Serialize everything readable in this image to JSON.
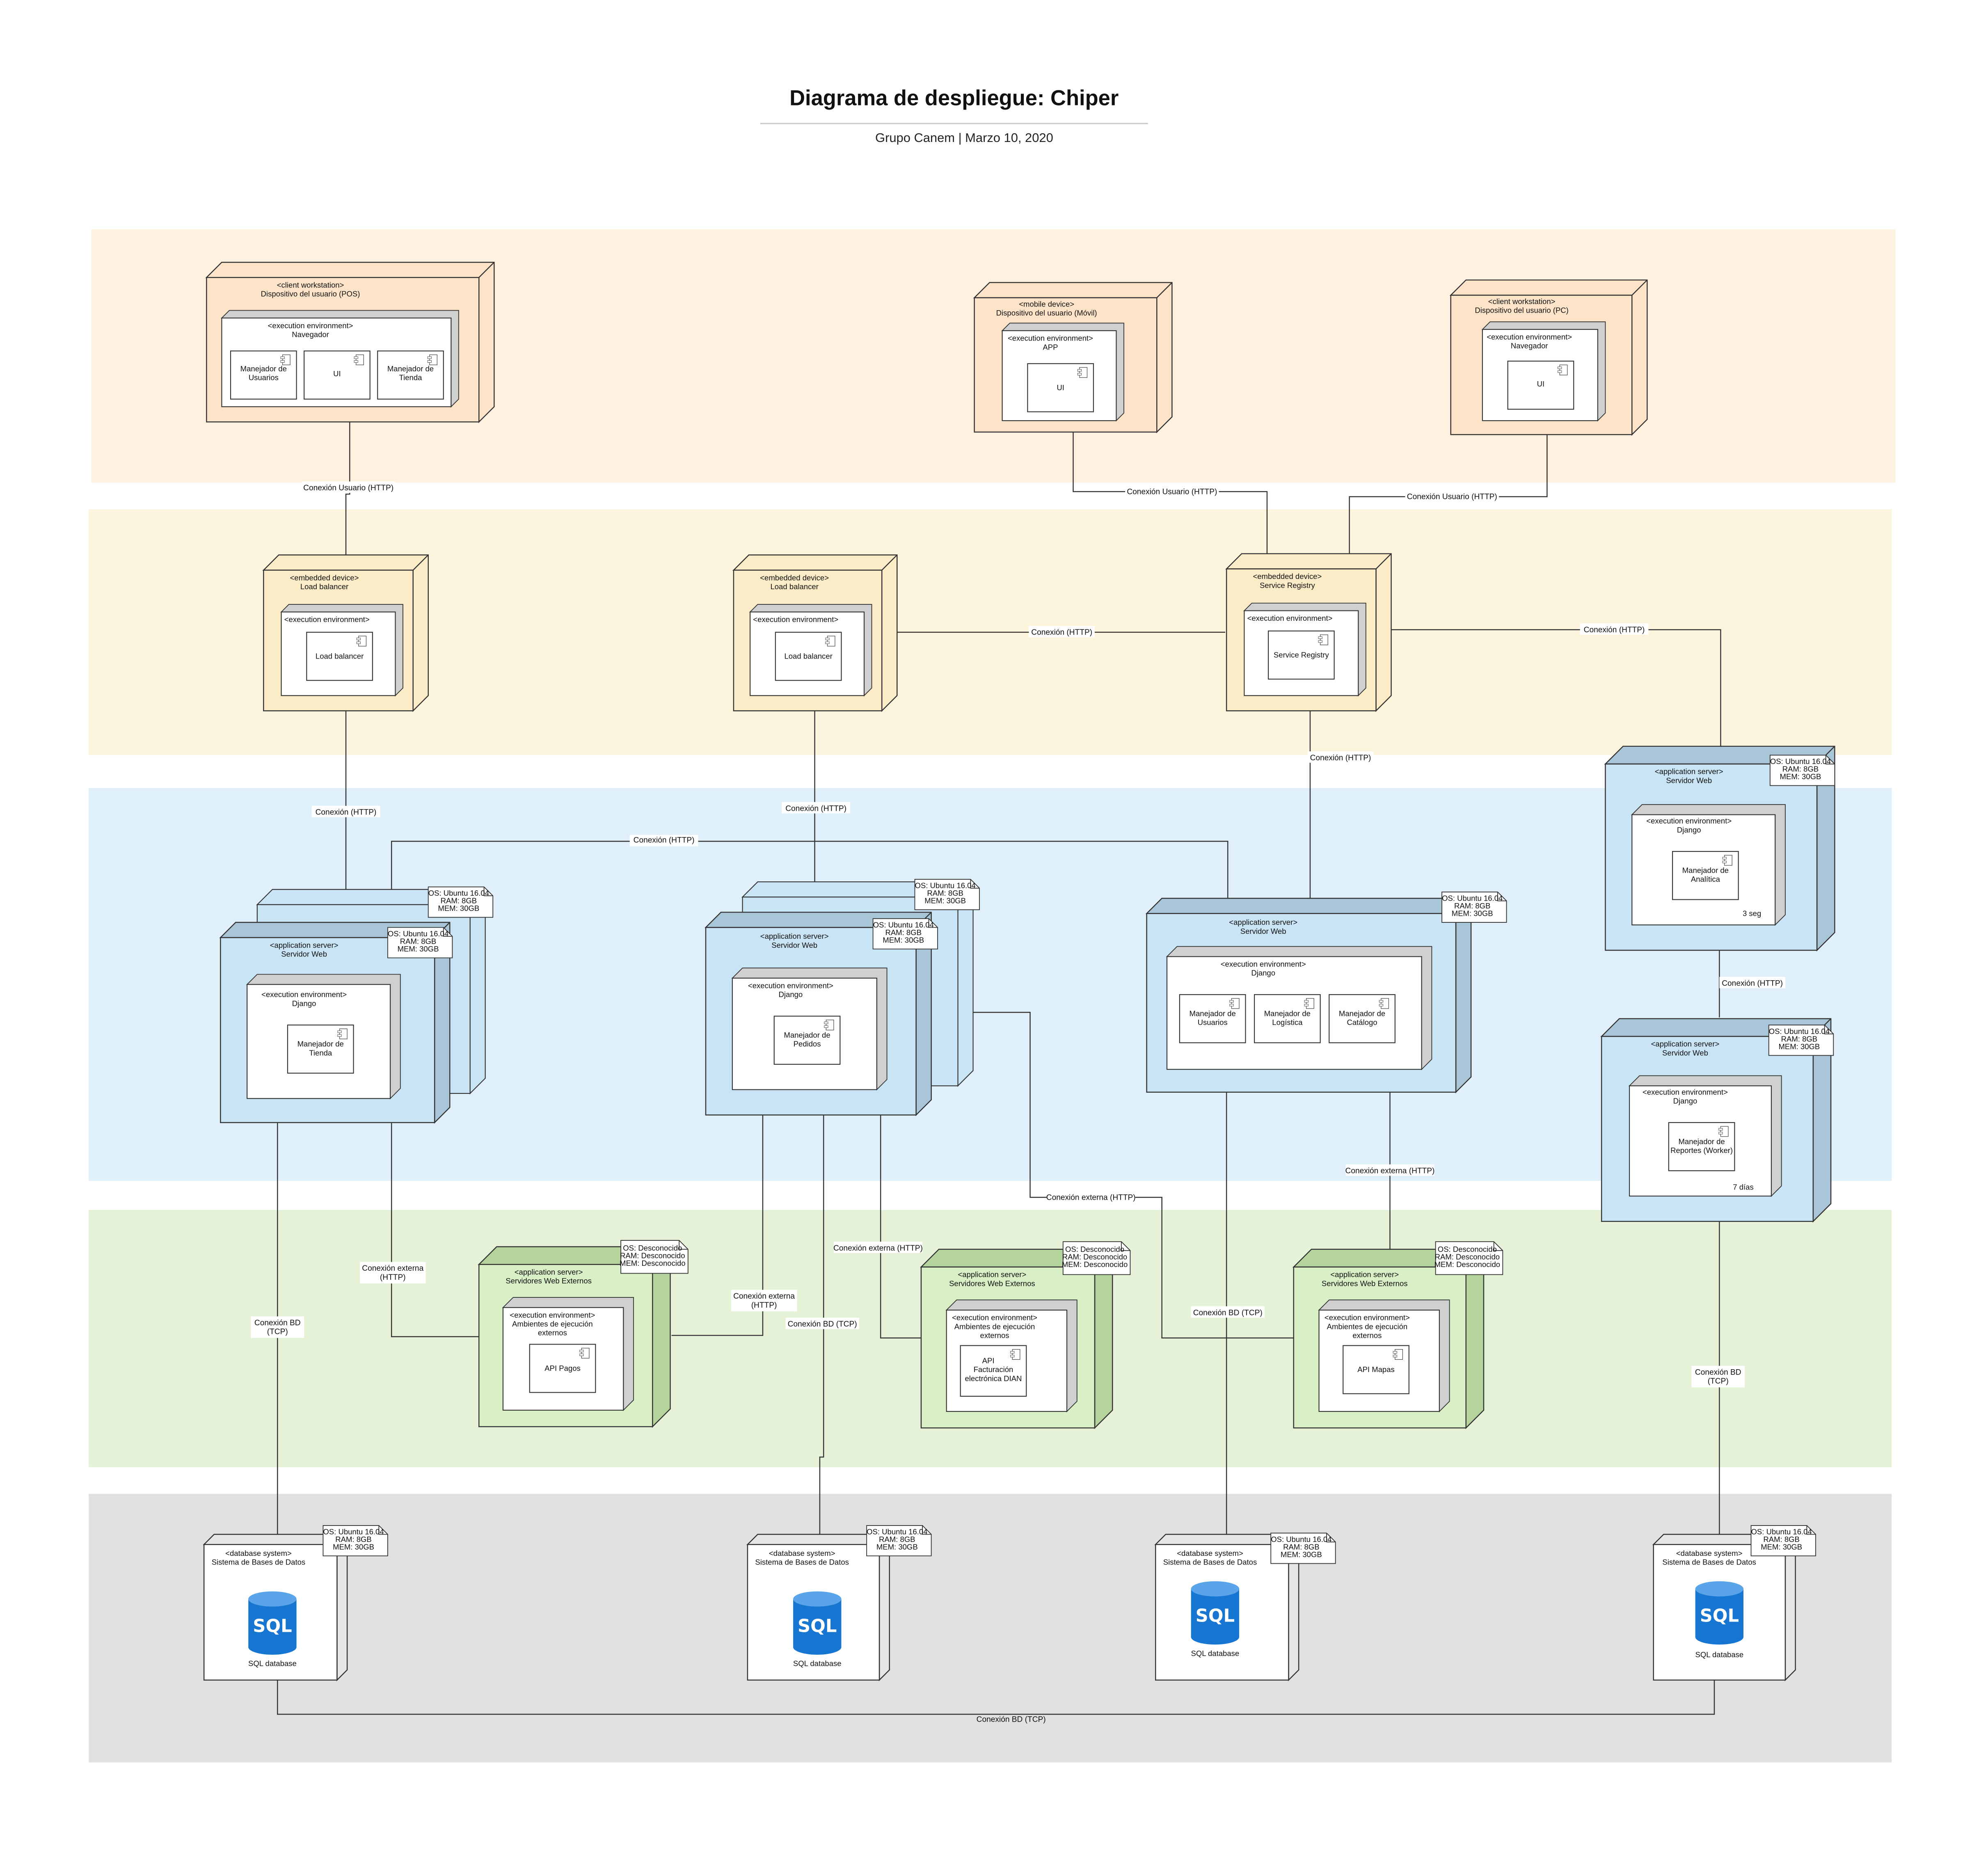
{
  "header": {
    "title": "Diagrama de despliegue: Chiper",
    "subtitle": "Grupo Canem |  Marzo 10, 2020"
  },
  "colors": {
    "client_band": "#fff1e0",
    "device_band": "#fdf4dd",
    "server_band": "#e0f0fa",
    "external_band": "#e6f2d8",
    "db_band": "#e1e1e1",
    "client_node": "#fde4c8",
    "device_node": "#fbecc7",
    "server_node": "#c9e4f5",
    "external_node": "#d9efc6",
    "sql_icon": "#1676d2"
  },
  "nodes": {
    "pos": {
      "stereo": "<client workstation>",
      "name": "Dispositivo del usuario (POS)",
      "env": "<execution environment>",
      "env_name": "Navegador",
      "c1": "Manejador de",
      "c1b": "Usuarios",
      "c2": "UI",
      "c3": "Manejador de",
      "c3b": "Tienda"
    },
    "movil": {
      "stereo": "<mobile device>",
      "name": "Dispositivo del usuario (Móvil)",
      "env": "<execution environment>",
      "env_name": "APP",
      "c1": "UI"
    },
    "pc": {
      "stereo": "<client workstation>",
      "name": "Dispositivo del usuario (PC)",
      "env": "<execution environment>",
      "env_name": "Navegador",
      "c1": "UI"
    },
    "lb1": {
      "stereo": "<embedded device>",
      "name": "Load balancer",
      "env": "<execution environment>",
      "c1": "Load balancer"
    },
    "lb2": {
      "stereo": "<embedded device>",
      "name": "Load balancer",
      "env": "<execution environment>",
      "c1": "Load balancer"
    },
    "registry": {
      "stereo": "<embedded device>",
      "name": "Service Registry",
      "env": "<execution environment>",
      "c1": "Service Registry"
    },
    "ws1": {
      "stereo": "<application server>",
      "name": "Servidor Web",
      "env": "<execution environment>",
      "env_name": "Django",
      "c1": "Manejador de",
      "c1b": "Tienda"
    },
    "ws2": {
      "stereo": "<application server>",
      "name": "Servidor Web",
      "env": "<execution environment>",
      "env_name": "Django",
      "c1": "Manejador de",
      "c1b": "Pedidos"
    },
    "ws3": {
      "stereo": "<application server>",
      "name": "Servidor Web",
      "env": "<execution environment>",
      "env_name": "Django",
      "c1": "Manejador de",
      "c1b": "Usuarios",
      "c2": "Manejador de",
      "c2b": "Logística",
      "c3": "Manejador de",
      "c3b": "Catálogo"
    },
    "ws4": {
      "stereo": "<application server>",
      "name": "Servidor Web",
      "env": "<execution environment>",
      "env_name": "Django",
      "c1": "Manejador de",
      "c1b": "Analítica",
      "extra": "3 seg"
    },
    "ws5": {
      "stereo": "<application server>",
      "name": "Servidor Web",
      "env": "<execution environment>",
      "env_name": "Django",
      "c1": "Manejador de",
      "c1b": "Reportes (Worker)",
      "extra": "7 días"
    },
    "ext1": {
      "stereo": "<application server>",
      "name": "Servidores Web Externos",
      "env": "<execution environment>",
      "env_name": "Ambientes de ejecución",
      "env_name2": "externos",
      "c1": "API Pagos"
    },
    "ext2": {
      "stereo": "<application server>",
      "name": "Servidores Web Externos",
      "env": "<execution environment>",
      "env_name": "Ambientes de ejecución",
      "env_name2": "externos",
      "c1": "API",
      "c1b": "Facturación",
      "c1c": "electrónica DIAN"
    },
    "ext3": {
      "stereo": "<application server>",
      "name": "Servidores Web Externos",
      "env": "<execution environment>",
      "env_name": "Ambientes de ejecución",
      "env_name2": "externos",
      "c1": "API Mapas"
    },
    "db1": {
      "stereo": "<database system>",
      "name": "Sistema de Bases de Datos",
      "icon": "SQL",
      "label": "SQL database"
    },
    "db2": {
      "stereo": "<database system>",
      "name": "Sistema de Bases de Datos",
      "icon": "SQL",
      "label": "SQL database"
    },
    "db3": {
      "stereo": "<database system>",
      "name": "Sistema de Bases de Datos",
      "icon": "SQL",
      "label": "SQL database"
    },
    "db4": {
      "stereo": "<database system>",
      "name": "Sistema de Bases de Datos",
      "icon": "SQL",
      "label": "SQL database"
    }
  },
  "notes": {
    "ubuntu": {
      "l1": "OS: Ubuntu 16.04",
      "l2": "RAM: 8GB",
      "l3": "MEM: 30GB"
    },
    "unknown": {
      "l1": "OS: Desconocido",
      "l2": "RAM: Desconocido",
      "l3": "MEM: Desconocido"
    }
  },
  "connections": {
    "usuario_http": "Conexión Usuario (HTTP)",
    "http": "Conexión  (HTTP)",
    "http_single": "Conexión (HTTP)",
    "externa_http": "Conexión externa (HTTP)",
    "externa": "Conexión externa",
    "http_paren": "(HTTP)",
    "bd_tcp": "Conexión BD (TCP)",
    "bd": "Conexión BD",
    "tcp_paren": "(TCP)"
  }
}
